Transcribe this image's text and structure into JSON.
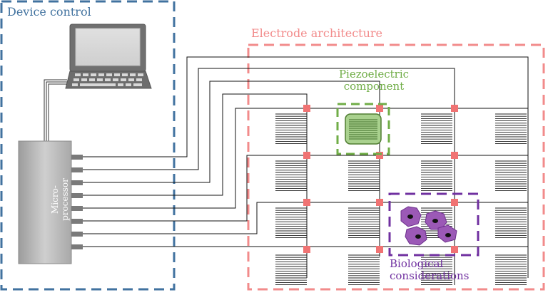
{
  "labels": {
    "device_control": "Device control",
    "electrode_architecture": "Electrode architecture",
    "piezo_line1": "Piezoelectric",
    "piezo_line2": "component",
    "bio_line1": "Biological",
    "bio_line2": "considerations",
    "microprocessor": "Micro-processor"
  },
  "colors": {
    "device_box": "#41729f",
    "electrode_box": "#f28b8b",
    "piezo": "#70ad47",
    "bio": "#7030a0",
    "node": "#f07373",
    "cell": "#8e44ad"
  }
}
